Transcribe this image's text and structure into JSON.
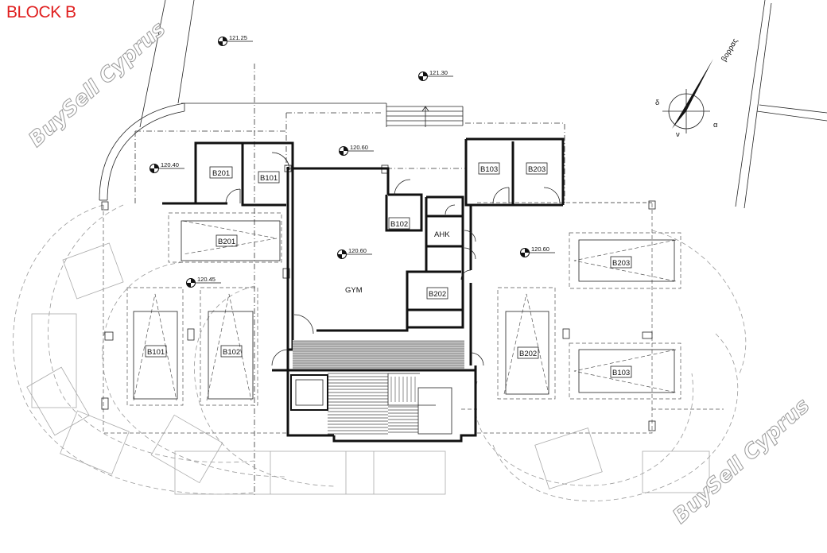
{
  "title": "BLOCK B",
  "watermark": "BuySell Cyprus",
  "north_label": "βορρας",
  "compass_marks": [
    "δ",
    "α",
    "ν"
  ],
  "levels": {
    "l1": "121.25",
    "l2": "121.30",
    "l3": "120.60",
    "l4": "120.40",
    "l5": "120.60",
    "l6": "120.60",
    "l7": "120.45"
  },
  "rooms": {
    "gym": "GYM",
    "ahk": "AHK",
    "store_b201": "B201",
    "store_b101": "B101",
    "store_b102": "B102",
    "store_b103": "B103",
    "store_b203": "B203",
    "store_b202": "B202"
  },
  "parking": {
    "p_b201": "B201",
    "p_b101": "B101",
    "p_b102": "B102",
    "p_b203": "B203",
    "p_b202": "B202",
    "p_b103": "B103"
  }
}
